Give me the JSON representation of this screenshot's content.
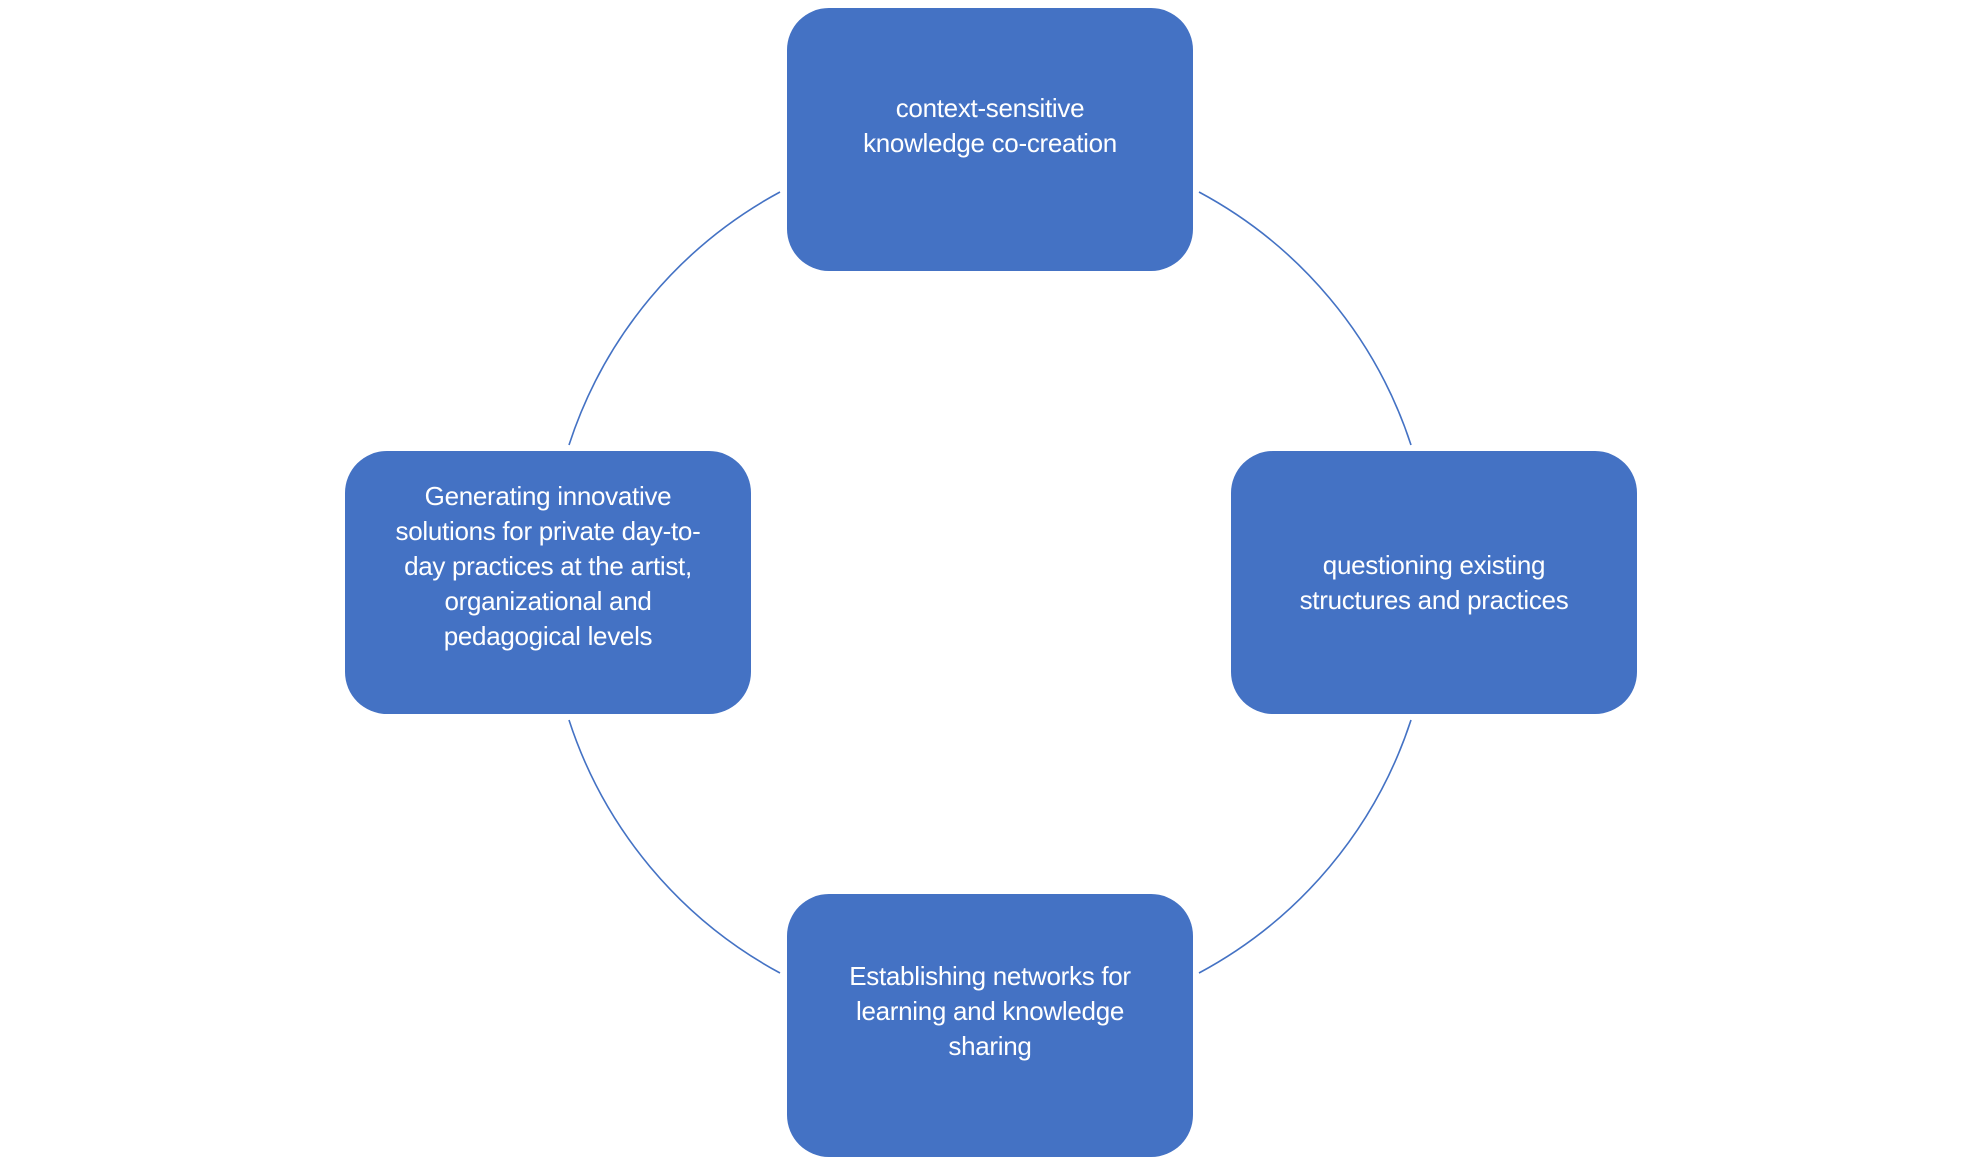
{
  "diagram": {
    "type": "cycle",
    "colors": {
      "node_fill": "#4472C4",
      "node_text": "#FFFFFF",
      "connector": "#4472C4",
      "background": "#FFFFFF"
    },
    "nodes": [
      {
        "id": "top",
        "label": "context-sensitive knowledge co-creation",
        "lines": [
          "context-sensitive",
          "knowledge co-creation"
        ]
      },
      {
        "id": "right",
        "label": "questioning existing structures and practices",
        "lines": [
          "questioning existing",
          "structures and practices"
        ]
      },
      {
        "id": "bottom",
        "label": "Establishing networks for learning and knowledge sharing",
        "lines": [
          "Establishing networks for",
          "learning and knowledge",
          "sharing"
        ]
      },
      {
        "id": "left",
        "label": "Generating innovative solutions for private day-to-day practices at the artist, organizational and pedagogical levels",
        "lines": [
          "Generating innovative",
          "solutions for private day-to-",
          "day practices at the artist,",
          "organizational and",
          "pedagogical levels"
        ]
      }
    ],
    "connectors": [
      {
        "from": "top",
        "to": "right"
      },
      {
        "from": "right",
        "to": "bottom"
      },
      {
        "from": "bottom",
        "to": "left"
      },
      {
        "from": "left",
        "to": "top"
      }
    ]
  }
}
